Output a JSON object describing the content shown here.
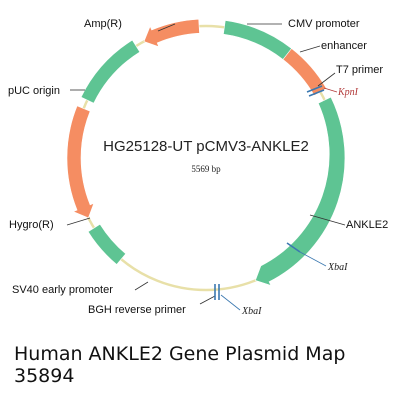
{
  "plasmid": {
    "name": "HG25128-UT pCMV3-ANKLE2",
    "size": "5569 bp"
  },
  "features": {
    "cmv_promoter": "CMV promoter",
    "enhancer": "enhancer",
    "t7_primer": "T7 primer",
    "ankle2": "ANKLE2",
    "bgh_reverse_primer": "BGH reverse primer",
    "sv40_early_promoter": "SV40 early promoter",
    "hygro": "Hygro(R)",
    "puc_origin": "pUC origin",
    "amp": "Amp(R)"
  },
  "sites": {
    "kpn1": "KpnI",
    "xba1_a": "XbaI",
    "xba1_b": "XbaI"
  },
  "caption": {
    "line1": "Human ANKLE2 Gene Plasmid Map",
    "line2": "35894"
  },
  "colors": {
    "backbone": "#e8e0a8",
    "green_feature": "#5ec493",
    "orange_feature": "#f58d62",
    "site_blue": "#3b78b0",
    "site_red": "#b23a3a"
  }
}
